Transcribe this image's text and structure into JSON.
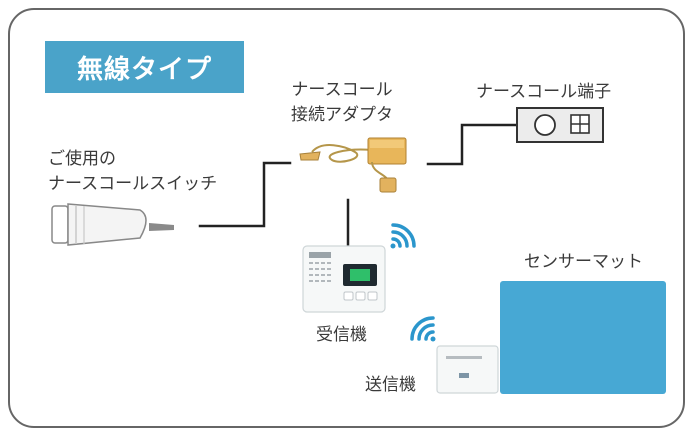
{
  "badge": {
    "title": "無線タイプ"
  },
  "labels": {
    "adapter_line1": "ナースコール",
    "adapter_line2": "接続アダプタ",
    "terminal": "ナースコール端子",
    "switch_line1": "ご使用の",
    "switch_line2": "ナースコールスイッチ",
    "receiver": "受信機",
    "sensor_mat": "センサーマット",
    "transmitter": "送信機"
  },
  "colors": {
    "accent": "#4aa3c9",
    "mat": "#47a8d4",
    "wave": "#2b96cc",
    "line": "#222222"
  }
}
